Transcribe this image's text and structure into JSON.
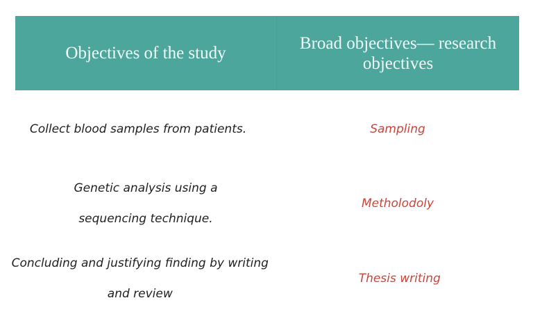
{
  "table": {
    "header": {
      "col1": "Objectives of the study",
      "col2": "Broad objectives— research objectives"
    },
    "rows": [
      {
        "objective": "Collect blood samples from patients.",
        "broad_objective": "Sampling"
      },
      {
        "objective": "Genetic analysis using a sequencing technique.",
        "broad_objective": "Metholodoly"
      },
      {
        "objective": "Concluding and justifying finding by writing and review",
        "broad_objective": "Thesis writing"
      }
    ]
  },
  "colors": {
    "header_bg": "#4ca69b",
    "header_text": "#f2fbf9",
    "objective_text": "#1f1f1f",
    "broad_objective_text": "#c9453a"
  }
}
